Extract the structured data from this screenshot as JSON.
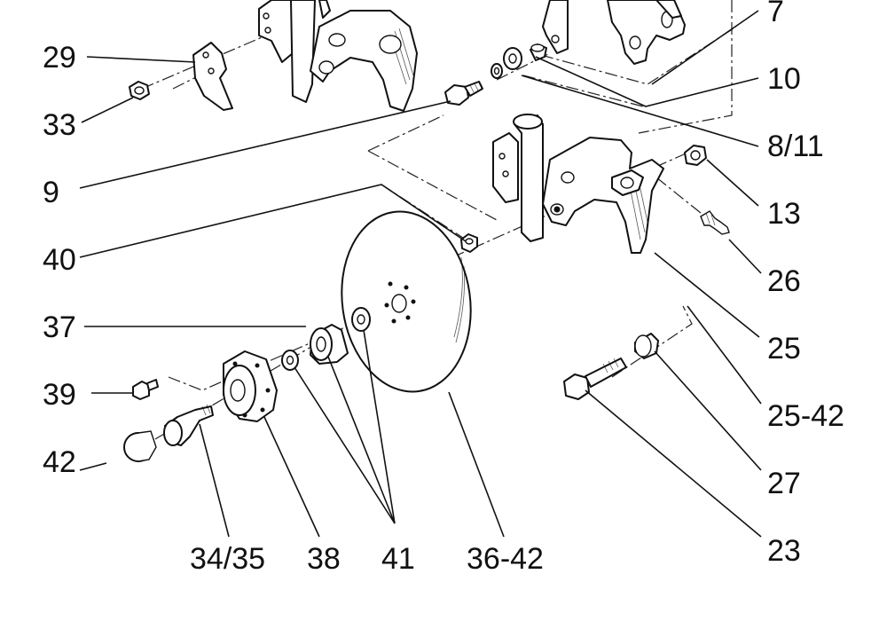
{
  "callouts": [
    {
      "id": "29",
      "text": "29"
    },
    {
      "id": "33",
      "text": "33"
    },
    {
      "id": "9",
      "text": "9"
    },
    {
      "id": "40",
      "text": "40"
    },
    {
      "id": "37",
      "text": "37"
    },
    {
      "id": "39",
      "text": "39"
    },
    {
      "id": "42",
      "text": "42"
    },
    {
      "id": "7",
      "text": "7"
    },
    {
      "id": "10",
      "text": "10"
    },
    {
      "id": "8-11",
      "text": "8/11"
    },
    {
      "id": "13",
      "text": "13"
    },
    {
      "id": "26",
      "text": "26"
    },
    {
      "id": "25",
      "text": "25"
    },
    {
      "id": "25-42",
      "text": "25-42"
    },
    {
      "id": "27",
      "text": "27"
    },
    {
      "id": "23",
      "text": "23"
    },
    {
      "id": "34-35",
      "text": "34/35"
    },
    {
      "id": "38",
      "text": "38"
    },
    {
      "id": "41",
      "text": "41"
    },
    {
      "id": "36-42",
      "text": "36-42"
    }
  ]
}
